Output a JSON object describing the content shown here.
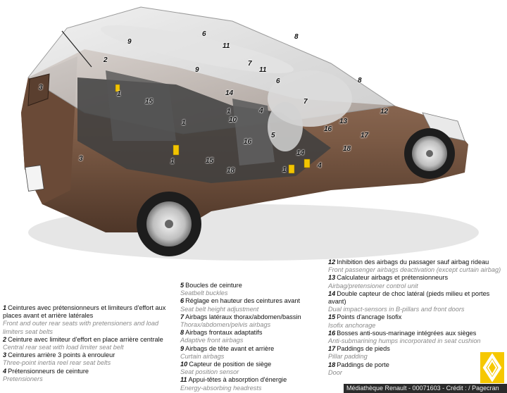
{
  "colors": {
    "body_paint": "#7b5a45",
    "body_paint_dark": "#4e3628",
    "airbag_cloud": "#d8d8d8",
    "marker_yellow": "#f2c400",
    "caption_grey": "#8a8a8a",
    "credit_bar": "#2b2b2b",
    "logo_yellow": "#f6c800"
  },
  "callouts": [
    {
      "num": "2"
    },
    {
      "num": "3"
    },
    {
      "num": "6"
    },
    {
      "num": "11"
    },
    {
      "num": "8"
    },
    {
      "num": "9"
    },
    {
      "num": "7"
    },
    {
      "num": "9"
    },
    {
      "num": "11"
    },
    {
      "num": "1"
    },
    {
      "num": "15"
    },
    {
      "num": "14"
    },
    {
      "num": "6"
    },
    {
      "num": "8"
    },
    {
      "num": "12"
    },
    {
      "num": "7"
    },
    {
      "num": "1"
    },
    {
      "num": "4"
    },
    {
      "num": "10"
    },
    {
      "num": "13"
    },
    {
      "num": "16"
    },
    {
      "num": "17"
    },
    {
      "num": "18"
    },
    {
      "num": "5"
    },
    {
      "num": "1"
    },
    {
      "num": "3"
    },
    {
      "num": "1"
    },
    {
      "num": "15"
    },
    {
      "num": "16"
    },
    {
      "num": "14"
    },
    {
      "num": "18"
    },
    {
      "num": "1"
    },
    {
      "num": "4"
    }
  ],
  "legend": {
    "col1": [
      {
        "num": "1",
        "fr": "Ceintures avec prétensionneurs et limiteurs d'effort aux places avant et arrière latérales",
        "en": "Front and outer rear seats with pretensioners and load limiters seat belts"
      },
      {
        "num": "2",
        "fr": "Ceinture avec limiteur d'effort en place arrière centrale",
        "en": "Central rear seat with load limiter seat belt"
      },
      {
        "num": "3",
        "fr": "Ceintures arrière 3 points à enrouleur",
        "en": "Three-point inertia reel rear seat belts"
      },
      {
        "num": "4",
        "fr": "Prétensionneurs de ceinture",
        "en": "Pretensioners"
      }
    ],
    "col2": [
      {
        "num": "5",
        "fr": "Boucles de ceinture",
        "en": "Seatbelt buckles"
      },
      {
        "num": "6",
        "fr": "Réglage en hauteur des ceintures avant",
        "en": "Seat belt height adjustment"
      },
      {
        "num": "7",
        "fr": "Airbags latéraux thorax/abdomen/bassin",
        "en": "Thorax/abdomen/pelvis airbags"
      },
      {
        "num": "8",
        "fr": "Airbags frontaux adaptatifs",
        "en": "Adaptive front airbags"
      },
      {
        "num": "9",
        "fr": "Airbags de tête avant et arrière",
        "en": "Curtain airbags"
      },
      {
        "num": "10",
        "fr": "Capteur de position de siège",
        "en": "Seat position sensor"
      },
      {
        "num": "11",
        "fr": "Appui-têtes à absorption d'énergie",
        "en": "Energy-absorbing headrests"
      }
    ],
    "col3": [
      {
        "num": "12",
        "fr": "Inhibition des airbags du passager sauf airbag rideau",
        "en": "Front passenger airbags deactivation (except curtain airbag)"
      },
      {
        "num": "13",
        "fr": "Calculateur airbags et prétensionneurs",
        "en": "Airbag/pretensioner control unit"
      },
      {
        "num": "14",
        "fr": "Double capteur de choc latéral (pieds milieu et portes avant)",
        "en": "Dual impact-sensors in B-pillars and front doors"
      },
      {
        "num": "15",
        "fr": "Points d'ancrage Isofix",
        "en": "Isofix anchorage"
      },
      {
        "num": "16",
        "fr": "Bosses anti-sous-marinage intégrées aux sièges",
        "en": "Anti-submarining humps incorporated in seat cushion"
      },
      {
        "num": "17",
        "fr": "Paddings de pieds",
        "en": "Pillar padding"
      },
      {
        "num": "18",
        "fr": "Paddings de porte",
        "en": "Door"
      }
    ]
  },
  "credit": "Médiathèque Renault - 00071603 - Crédit :   / Pagecran"
}
